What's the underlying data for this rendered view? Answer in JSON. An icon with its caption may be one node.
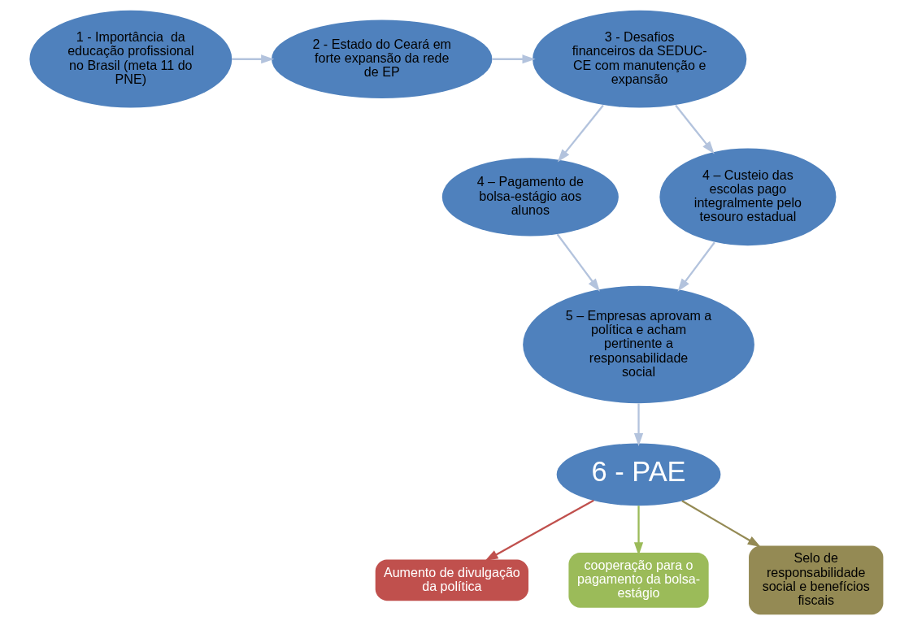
{
  "diagram": {
    "nodes": [
      {
        "text": [
          "1 - Importância  da educação profissional no Brasil (meta 11 do PNE)"
        ]
      },
      {
        "text": [
          "2 - Estado do Ceará em forte expansão da rede de EP"
        ]
      },
      {
        "text": [
          "3 - Desafios financeiros da SEDUC- CE com manutenção e expansão"
        ]
      },
      {
        "text": [
          "4 – Pagamento de bolsa-estágio aos alunos"
        ]
      },
      {
        "text": [
          "4 – Custeio das escolas pago integralmente pelo tesouro estadual"
        ]
      },
      {
        "text": [
          "5 – Empresas aprovam a política e acham pertinente a responsabilidade social"
        ]
      },
      {
        "text": [
          "6 - PAE"
        ]
      },
      {
        "text": [
          "Aumento de divulgação da política"
        ]
      },
      {
        "text": [
          "cooperação para o pagamento da bolsa-estágio"
        ]
      },
      {
        "text": [
          "Selo de responsabilidade social e benefícios fiscais"
        ]
      }
    ],
    "edges": [
      {
        "from": 0,
        "to": 1,
        "arrow": "to"
      },
      {
        "from": 1,
        "to": 2,
        "arrow": "to"
      },
      {
        "from": 2,
        "to": 3,
        "arrow": "to"
      },
      {
        "from": 2,
        "to": 4,
        "arrow": "to"
      },
      {
        "from": 3,
        "to": 5,
        "arrow": "to"
      },
      {
        "from": 4,
        "to": 5,
        "arrow": "to"
      },
      {
        "from": 5,
        "to": 6,
        "arrow": "to"
      },
      {
        "from": 6,
        "to": 7,
        "arrow": "to",
        "color": "#c0504d"
      },
      {
        "from": 6,
        "to": 8,
        "arrow": "to",
        "color": "#9bbb59"
      },
      {
        "from": 6,
        "to": 9,
        "arrow": "to",
        "color": "#948a54"
      }
    ]
  }
}
